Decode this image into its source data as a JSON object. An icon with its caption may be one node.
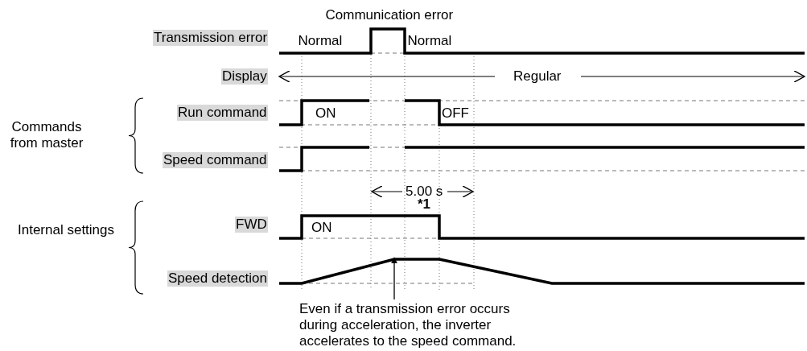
{
  "diagram": {
    "nodes": [
      {
        "text": [
          "Even if a transmission error occurs during acceleration, the inverter accelerates to the speed command."
        ]
      },
      {
        "text": [],
        "shape": "line"
      }
    ],
    "edges": [
      {
        "from": 0,
        "to": 1,
        "arrow": "to"
      }
    ],
    "labels": [
      "Communication error",
      "Transmission error",
      "Normal",
      "Normal",
      "Display",
      "Regular",
      "Run command",
      "ON",
      "OFF",
      "Commands from master",
      "Speed command",
      "5.00 s",
      "*1",
      "Internal settings",
      "FWD",
      "ON",
      "Speed detection"
    ]
  }
}
